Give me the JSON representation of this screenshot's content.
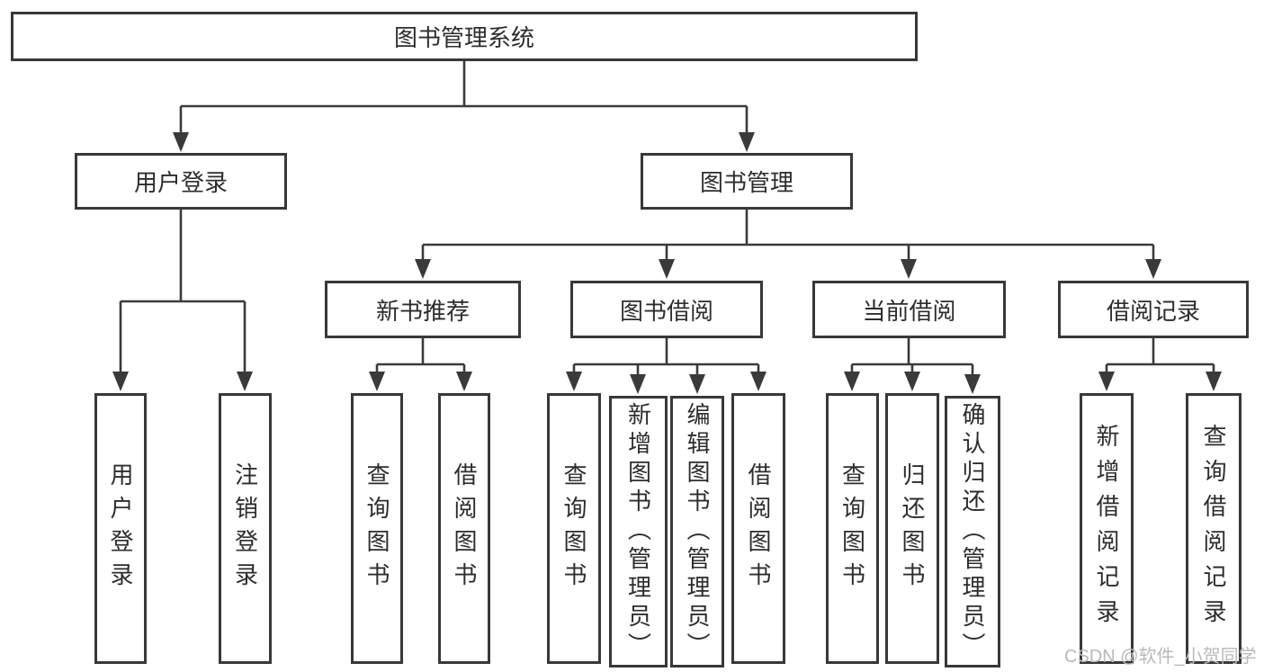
{
  "diagram_title": "图书管理系统",
  "colors": {
    "line": "#3a3a3a",
    "box_border": "#383838",
    "text": "#2d2d2d",
    "watermark": "#b9b9b9",
    "background": "#ffffff"
  },
  "watermark": {
    "text": "CSDN @软件_小贺同学"
  },
  "tree": {
    "label": "图书管理系统",
    "children": [
      {
        "label": "用户登录",
        "children": [
          {
            "label": "用户登录"
          },
          {
            "label": "注销登录"
          }
        ]
      },
      {
        "label": "图书管理",
        "children": [
          {
            "label": "新书推荐",
            "children": [
              {
                "label": "查询图书"
              },
              {
                "label": "借阅图书"
              }
            ]
          },
          {
            "label": "图书借阅",
            "children": [
              {
                "label": "查询图书"
              },
              {
                "label": "新增图书（管理员）"
              },
              {
                "label": "编辑图书（管理员）"
              },
              {
                "label": "借阅图书"
              }
            ]
          },
          {
            "label": "当前借阅",
            "children": [
              {
                "label": "查询图书"
              },
              {
                "label": "归还图书"
              },
              {
                "label": "确认归还（管理员）"
              }
            ]
          },
          {
            "label": "借阅记录",
            "children": [
              {
                "label": "新增借阅记录"
              },
              {
                "label": "查询借阅记录"
              }
            ]
          }
        ]
      }
    ]
  }
}
